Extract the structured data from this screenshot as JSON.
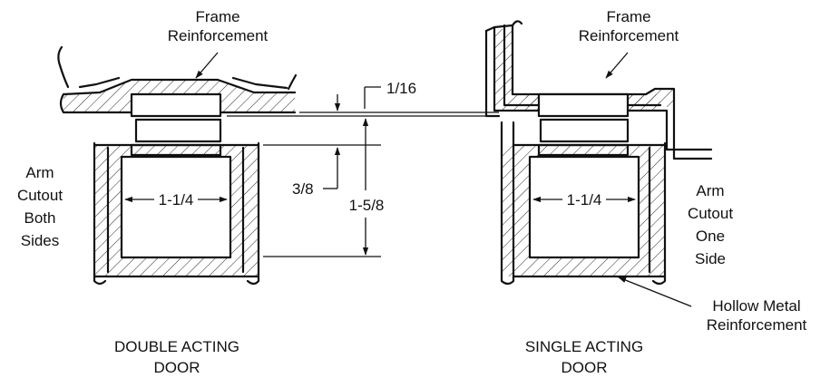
{
  "labels": {
    "frame_reinforcement_left": [
      "Frame",
      "Reinforcement"
    ],
    "frame_reinforcement_right": [
      "Frame",
      "Reinforcement"
    ],
    "dim_1_16": "1/16",
    "dim_3_8": "3/8",
    "dim_1_5_8": "1-5/8",
    "dim_1_1_4_left": "1-1/4",
    "dim_1_1_4_right": "1-1/4",
    "arm_cutout_both": [
      "Arm",
      "Cutout",
      "Both",
      "Sides"
    ],
    "arm_cutout_one": [
      "Arm",
      "Cutout",
      "One",
      "Side"
    ],
    "hollow_metal": [
      "Hollow Metal",
      "Reinforcement"
    ],
    "double_acting": [
      "DOUBLE ACTING",
      "DOOR"
    ],
    "single_acting": [
      "SINGLE ACTING",
      "DOOR"
    ]
  },
  "colors": {
    "ink": "#111111",
    "background": "#ffffff"
  }
}
